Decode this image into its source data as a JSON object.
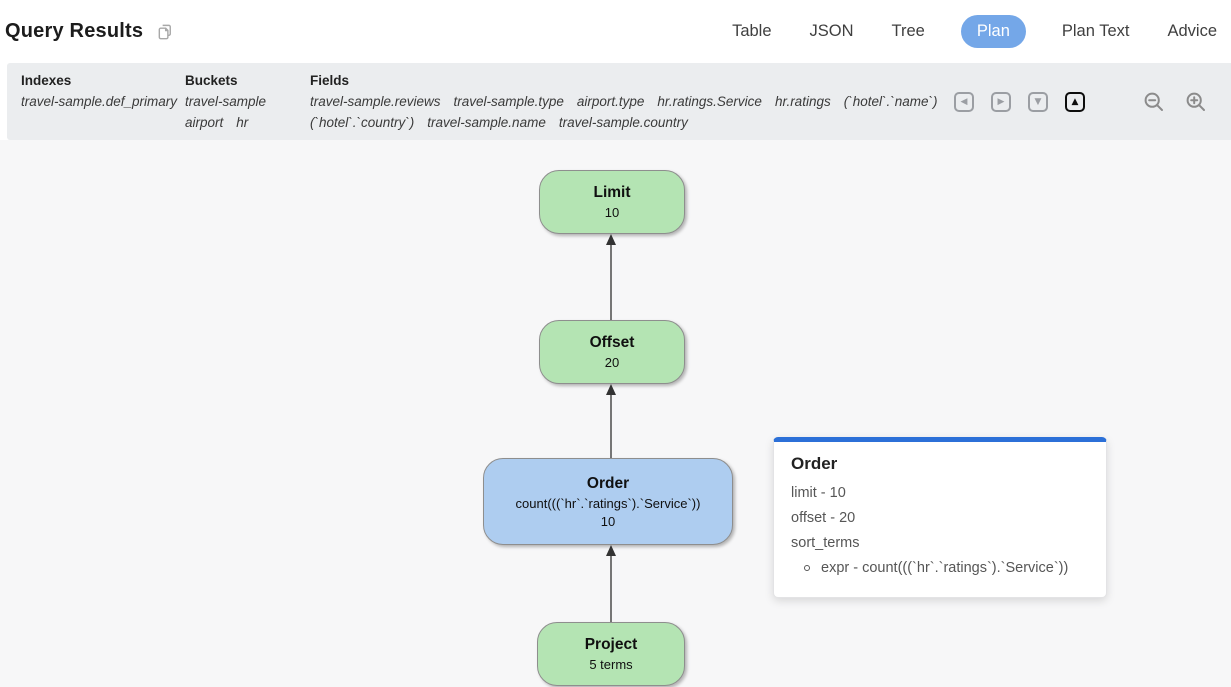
{
  "titlebar": {
    "title": "Query Results",
    "tabs": [
      {
        "label": "Table",
        "active": false
      },
      {
        "label": "JSON",
        "active": false
      },
      {
        "label": "Tree",
        "active": false
      },
      {
        "label": "Plan",
        "active": true
      },
      {
        "label": "Plan Text",
        "active": false
      },
      {
        "label": "Advice",
        "active": false
      }
    ]
  },
  "summary": {
    "indexes": {
      "label": "Indexes",
      "items": [
        "travel-sample.def_primary"
      ]
    },
    "buckets": {
      "label": "Buckets",
      "items": [
        "travel-sample",
        "airport",
        "hr"
      ]
    },
    "fields": {
      "label": "Fields",
      "items": [
        "travel-sample.reviews",
        "travel-sample.type",
        "airport.type",
        "hr.ratings.Service",
        "hr.ratings",
        "(`hotel`.`name`)",
        "(`hotel`.`country`)",
        "travel-sample.name",
        "travel-sample.country"
      ]
    }
  },
  "controls": {
    "glyphs": {
      "left": "◀",
      "right": "▶",
      "down": "▼",
      "up": "▲"
    },
    "active_nav": "up",
    "icons": [
      "nav-left-icon",
      "nav-right-icon",
      "nav-down-icon",
      "nav-up-icon",
      "zoom-out-icon",
      "zoom-in-icon"
    ]
  },
  "diagram": {
    "nodes": [
      {
        "name": "Limit",
        "details": [
          "10"
        ],
        "color": "green"
      },
      {
        "name": "Offset",
        "details": [
          "20"
        ],
        "color": "green"
      },
      {
        "name": "Order",
        "details": [
          "count(((`hr`.`ratings`).`Service`))",
          "10"
        ],
        "color": "blue"
      },
      {
        "name": "Project",
        "details": [
          "5 terms"
        ],
        "color": "green"
      }
    ],
    "tooltip": {
      "title": "Order",
      "lines": [
        "limit - 10",
        "offset - 20",
        "sort_terms"
      ],
      "bullet": "expr - count(((`hr`.`ratings`).`Service`))"
    }
  },
  "colors": {
    "tab_active_bg": "#74a7e8",
    "node_green": "#b4e4b3",
    "node_blue": "#aecdf0",
    "tooltip_accent": "#2c70d8",
    "summary_bar_bg": "#ebedef",
    "canvas_bg": "#f7f7f8"
  }
}
